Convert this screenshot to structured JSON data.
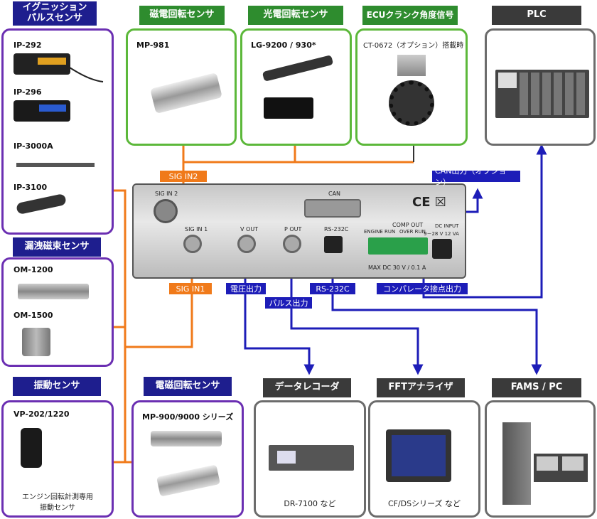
{
  "headers": {
    "ignition": "イグニッション\nパルスセンサ",
    "magnetic": "磁電回転センサ",
    "optical": "光電回転センサ",
    "ecu": "ECUクランク角度信号",
    "plc": "PLC",
    "leakage": "漏洩磁束センサ",
    "vibration": "振動センサ",
    "em_rot": "電磁回転センサ",
    "recorder": "データレコーダ",
    "fft": "FFTアナライザ",
    "fams": "FAMS / PC"
  },
  "ignition_items": [
    "IP-292",
    "IP-296",
    "IP-3000A",
    "IP-3100"
  ],
  "magnetic_model": "MP-981",
  "optical_model": "LG-9200 / 930*",
  "ecu_note": "CT-0672（オプション）搭載時",
  "leakage_items": [
    "OM-1200",
    "OM-1500"
  ],
  "vibration_model": "VP-202/1220",
  "vibration_note": "エンジン回転計測専用\n振動センサ",
  "em_rot_model": "MP-900/9000 シリーズ",
  "recorder_caption": "DR-7100 など",
  "fft_caption": "CF/DSシリーズ など",
  "device": {
    "sig_in2": "SIG IN 2",
    "can": "CAN",
    "sig_in1": "SIG IN 1",
    "v_out": "V OUT",
    "p_out": "P OUT",
    "rs232c": "RS-232C",
    "comp_out": "COMP OUT",
    "engine_run": "ENGINE RUN",
    "over_run": "OVER RUN",
    "dc_input": "DC INPUT",
    "dc_range": "9－28 V  12 VA",
    "max_dc": "MAX DC 30 V / 0.1 A"
  },
  "tags": {
    "sig_in2": "SIG IN2",
    "sig_in1": "SIG IN1",
    "can_out": "CAN出力（オプション）",
    "voltage": "電圧出力",
    "pulse": "パルス出力",
    "rs232c": "RS-232C",
    "comparator": "コンパレータ接点出力"
  },
  "colors": {
    "orange": "#f07a1a",
    "blue": "#1d1db8",
    "purple": "#6b2fb2",
    "green": "#5cb83a"
  }
}
